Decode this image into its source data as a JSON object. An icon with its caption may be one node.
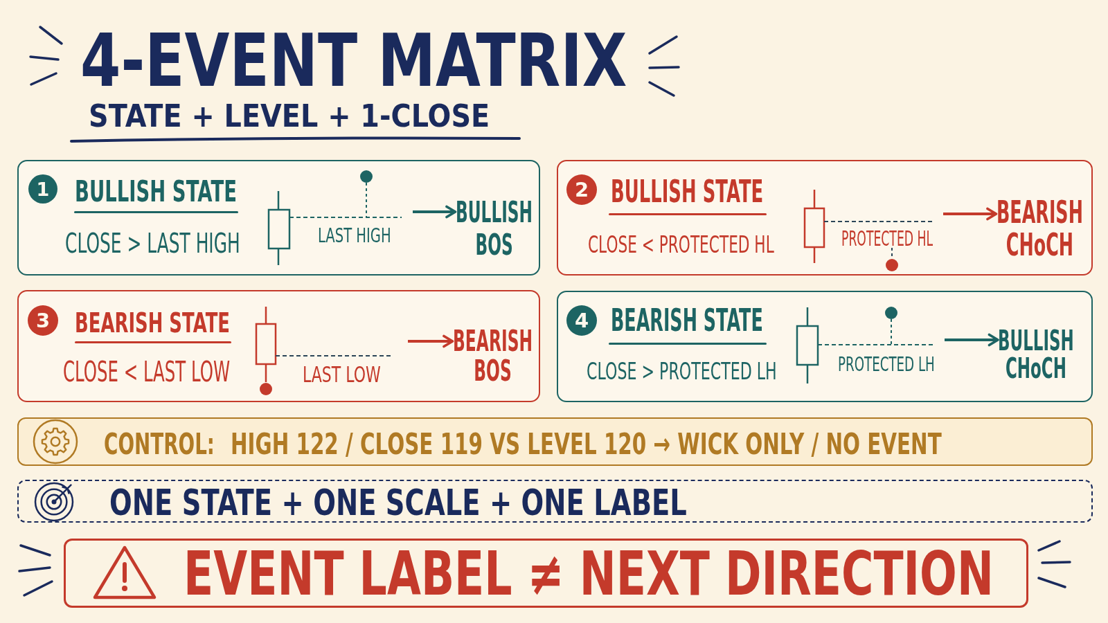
{
  "diagram": {
    "title": "4-EVENT MATRIX",
    "nodes": [
      {
        "text": [
          "BULLISH STATE",
          "CLOSE > LAST HIGH"
        ]
      },
      {
        "text": [
          "1"
        ],
        "in": 0
      },
      {
        "text": [
          "LAST HIGH"
        ],
        "in": 0
      },
      {
        "text": [
          "BULLISH BOS"
        ],
        "in": 0
      },
      {
        "text": [
          "BULLISH STATE",
          "CLOSE < PROTECTED HL"
        ]
      },
      {
        "text": [
          "2"
        ],
        "in": 4
      },
      {
        "text": [
          "PROTECTED HL"
        ],
        "in": 4
      },
      {
        "text": [
          "BEARISH CHoCH"
        ],
        "in": 4
      },
      {
        "text": [
          "BEARISH STATE",
          "CLOSE < LAST LOW"
        ]
      },
      {
        "text": [
          "3"
        ],
        "in": 8
      },
      {
        "text": [
          "LAST LOW"
        ],
        "in": 8
      },
      {
        "text": [
          "BEARISH BOS"
        ],
        "in": 8
      },
      {
        "text": [
          "BEARISH STATE",
          "CLOSE > PROTECTED LH"
        ]
      },
      {
        "text": [
          "4"
        ],
        "in": 12
      },
      {
        "text": [
          "PROTECTED LH"
        ],
        "in": 12
      },
      {
        "text": [
          "BULLISH CHoCH"
        ],
        "in": 12
      },
      {
        "text": [
          "CONTROL:",
          "HIGH 122 / CLOSE 119 VS LEVEL 120 → WICK ONLY / NO EVENT"
        ]
      },
      {
        "text": [
          "ONE STATE + ONE SCALE + ONE LABEL"
        ]
      },
      {
        "text": [
          "EVENT LABEL ≠ NEXT DIRECTION"
        ]
      }
    ],
    "edges": [
      {
        "from": 2,
        "to": 3,
        "arrow": "to",
        "color": "#1d6463"
      },
      {
        "from": 6,
        "to": 7,
        "arrow": "to",
        "color": "#c43a2b"
      },
      {
        "from": 10,
        "to": 11,
        "arrow": "to",
        "color": "#c43a2b"
      },
      {
        "from": 14,
        "to": 15,
        "arrow": "to",
        "color": "#1d6463"
      }
    ],
    "labels": [
      "STATE + LEVEL + 1-CLOSE"
    ]
  }
}
